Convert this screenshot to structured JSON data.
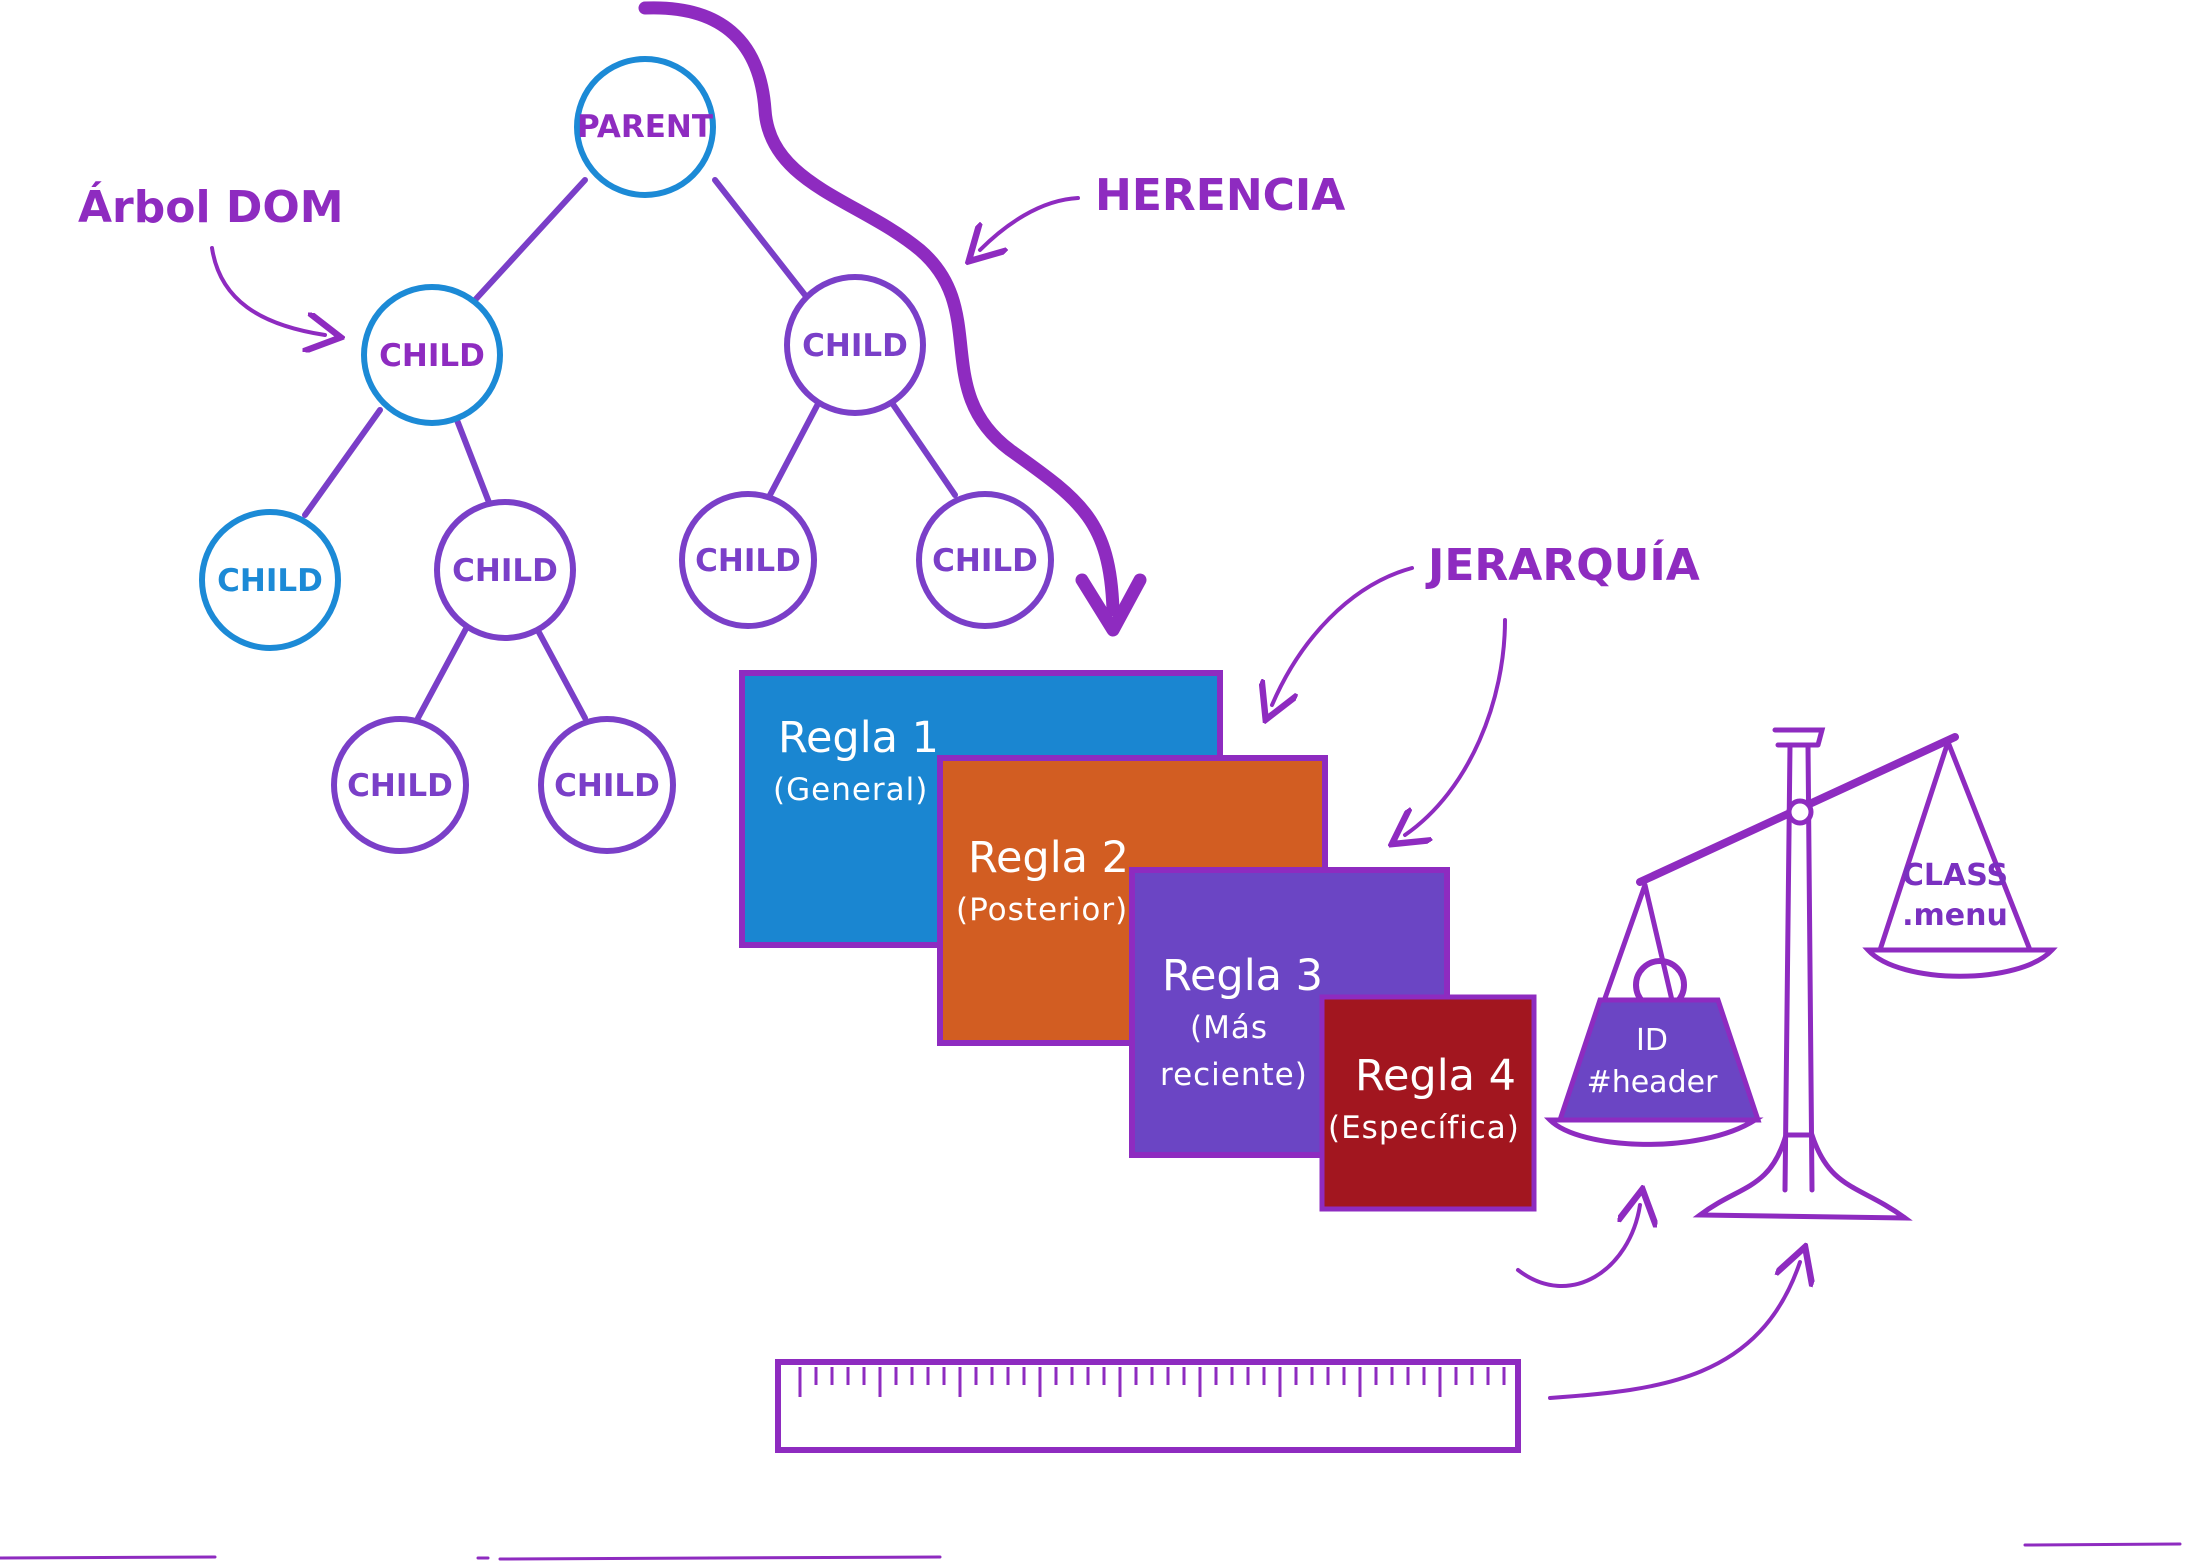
{
  "labels": {
    "dom_tree": "Árbol DOM",
    "inheritance": "HERENCIA",
    "hierarchy": "JERARQUÍA"
  },
  "tree": {
    "parent": "PARENT",
    "child": "CHILD"
  },
  "rules": [
    {
      "title": "Regla 1",
      "sub1": "(General)",
      "sub2": "",
      "color": "#1a86d1"
    },
    {
      "title": "Regla 2",
      "sub1": "(Posterior)",
      "sub2": "",
      "color": "#d25d22"
    },
    {
      "title": "Regla 3",
      "sub1": "(Más",
      "sub2": "reciente)",
      "color": "#6b45c4"
    },
    {
      "title": "Regla 4",
      "sub1": "(Específica)",
      "sub2": "",
      "color": "#a2161f"
    }
  ],
  "scale": {
    "id_line1": "ID",
    "id_line2": "#header",
    "class_line1": "CLASS",
    "class_line2": ".menu"
  },
  "colors": {
    "purple": "#8e2bc0",
    "tree_purple": "#7a3fc8",
    "tree_blue": "#1c8ad6"
  }
}
